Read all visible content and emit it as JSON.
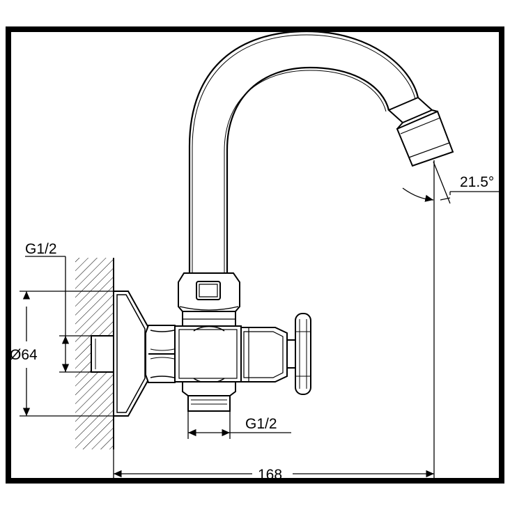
{
  "drawing": {
    "labels": {
      "thread_top": "G1/2",
      "diameter": "Ø64",
      "thread_bottom": "G1/2",
      "width": "168",
      "angle": "21.5°"
    },
    "colors": {
      "line": "#000000",
      "background": "#ffffff"
    }
  }
}
